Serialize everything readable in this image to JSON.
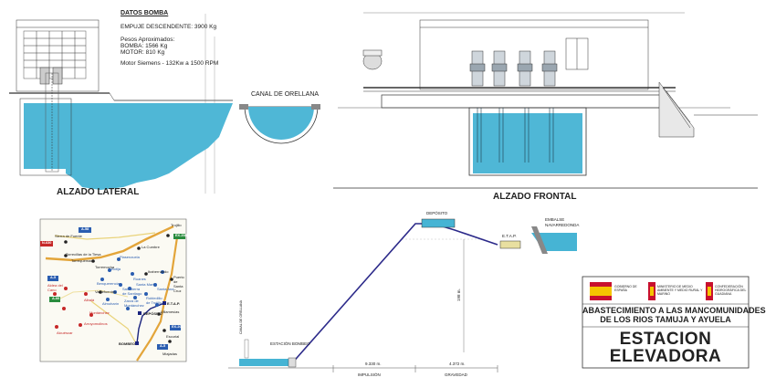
{
  "datos_bomba": {
    "title": "DATOS BOMBA",
    "empuje": "EMPUJE DESCENDENTE: 3900 Kg",
    "pesos_title": "Pesos Aproximados:",
    "bomba": "BOMBA: 1566 Kg",
    "motor": "MOTOR: 810 Kg",
    "motor_model": "Motor Siemens - 132Kw a 1500 RPM"
  },
  "views": {
    "lateral": "ALZADO LATERAL",
    "frontal": "ALZADO FRONTAL",
    "canal": "CANAL DE ORELLANA"
  },
  "profile": {
    "deposito": "DEPÓSITO",
    "embalse": "EMBALSE NAVARREDONDA",
    "etap": "E.T.A.P.",
    "estacion": "ESTACIÓN BOMBEO",
    "canal_orellana": "CANAL DE ORELLANA",
    "dist_impulsion": "9.330 m.",
    "dist_gravedad": "4.372 m.",
    "impulsion": "IMPULSIÓN",
    "gravedad": "GRAVEDAD",
    "height": "198 m."
  },
  "map": {
    "places": [
      {
        "name": "Trujillo",
        "color": "#222222"
      },
      {
        "name": "Sierra de Fuente",
        "color": "#222222"
      },
      {
        "name": "La Cumbre",
        "color": "#222222"
      },
      {
        "name": "Torrecillas de la Tiesa",
        "color": "#222222"
      },
      {
        "name": "Torrequemada",
        "color": "#222222"
      },
      {
        "name": "Plasenzuela",
        "color": "#2a5db0"
      },
      {
        "name": "Botija",
        "color": "#2a5db0"
      },
      {
        "name": "Ibahernando",
        "color": "#222222"
      },
      {
        "name": "Torremocha",
        "color": "#222222"
      },
      {
        "name": "Ruanes",
        "color": "#2a5db0"
      },
      {
        "name": "Santa Marta",
        "color": "#2a5db0"
      },
      {
        "name": "Puerto de Santa Cruz",
        "color": "#222222"
      },
      {
        "name": "Benquerencia",
        "color": "#2a5db0"
      },
      {
        "name": "Salvatierra de Santiago",
        "color": "#2a5db0"
      },
      {
        "name": "Santa Ana",
        "color": "#2a5db0"
      },
      {
        "name": "Valdefuentes",
        "color": "#222222"
      },
      {
        "name": "Robledillo de Trujillo",
        "color": "#2a5db0"
      },
      {
        "name": "Almoharín",
        "color": "#2a5db0"
      },
      {
        "name": "Zarza de Montánchez",
        "color": "#2a5db0"
      },
      {
        "name": "Arroyomolinos",
        "color": "#c62828"
      },
      {
        "name": "Albalá",
        "color": "#c62828"
      },
      {
        "name": "Alcuéscar",
        "color": "#c62828"
      },
      {
        "name": "Aldea del Cano",
        "color": "#c62828"
      },
      {
        "name": "Montánchez",
        "color": "#c62828"
      },
      {
        "name": "Villamesías",
        "color": "#222222"
      },
      {
        "name": "Escurial",
        "color": "#222222"
      },
      {
        "name": "Miajadas",
        "color": "#222222"
      },
      {
        "name": "DEPÓSITO",
        "color": "#111111"
      },
      {
        "name": "BOMBEO",
        "color": "#111111"
      },
      {
        "name": "E.T.A.P.",
        "color": "#111111"
      }
    ],
    "roads": [
      "A-58",
      "EX-208",
      "N-630",
      "A-5",
      "A-66",
      "EX-206",
      "A-5"
    ]
  },
  "title_block": {
    "gobierno": "GOBIERNO DE ESPAÑA",
    "ministerio": "MINISTERIO DE MEDIO AMBIENTE Y MEDIO RURAL Y MARINO",
    "confederacion": "CONFEDERACIÓN HIDROGRÁFICA DEL GUADIANA",
    "project_line1": "ABASTECIMIENTO A LAS MANCOMUNIDADES",
    "project_line2": "DE LOS RIOS TAMUJA Y AYUELA",
    "title_line1": "ESTACION",
    "title_line2": "ELEVADORA"
  },
  "colors": {
    "water": "#46b4d4",
    "water_dark": "#2b93b8",
    "pipe": "#2c2a8a",
    "red": "#c8102e",
    "yellow": "#f5c400"
  }
}
